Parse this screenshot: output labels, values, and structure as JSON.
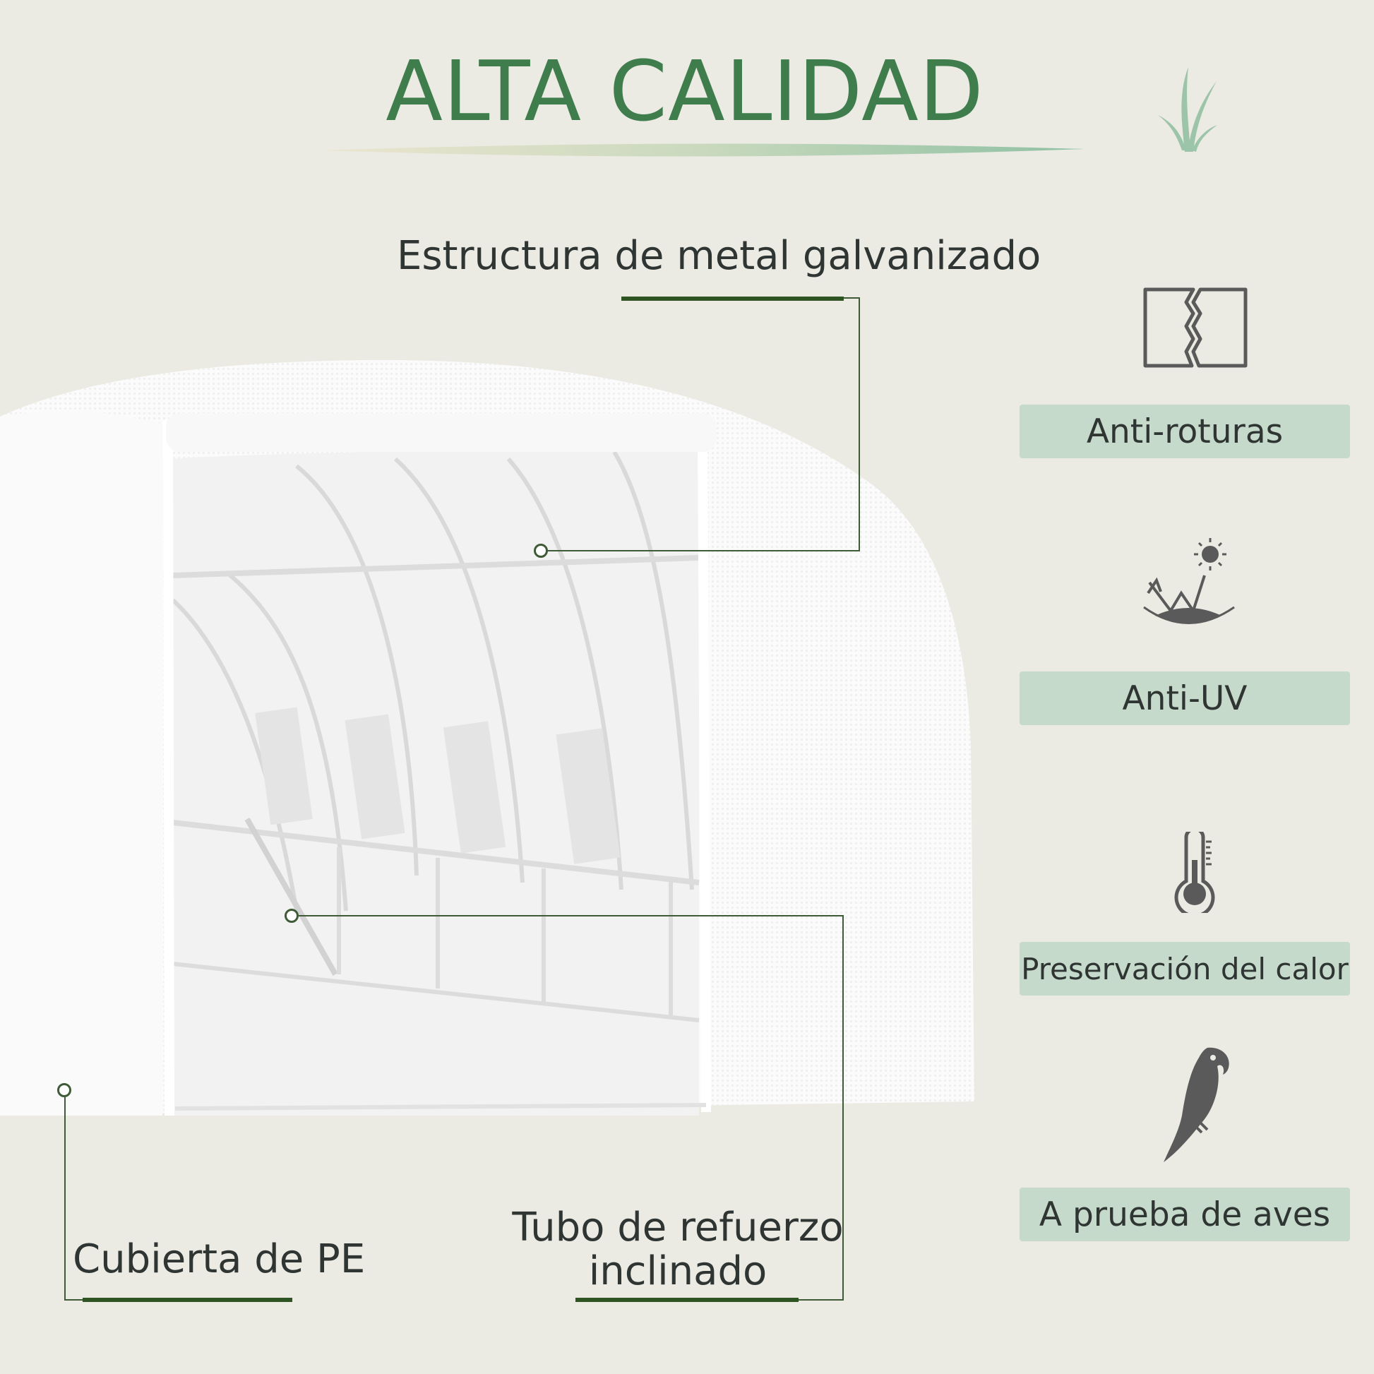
{
  "title": "ALTA CALIDAD",
  "callouts": {
    "frame": "Estructura de metal galvanizado",
    "cover": "Cubierta de PE",
    "brace_line1": "Tubo de refuerzo",
    "brace_line2": "inclinado"
  },
  "features": [
    {
      "label": "Anti-roturas",
      "icon": "tear-resistant-icon"
    },
    {
      "label": "Anti-UV",
      "icon": "uv-sun-icon"
    },
    {
      "label": "Preservación del calor",
      "icon": "thermometer-icon"
    },
    {
      "label": "A prueba de aves",
      "icon": "parrot-icon"
    }
  ],
  "colors": {
    "background": "#ebebe4",
    "title_green": "#3f7d4d",
    "label_box": "#c6dacc",
    "accent_dark_green": "#2f5424",
    "icon_gray": "#5a5a5a"
  }
}
